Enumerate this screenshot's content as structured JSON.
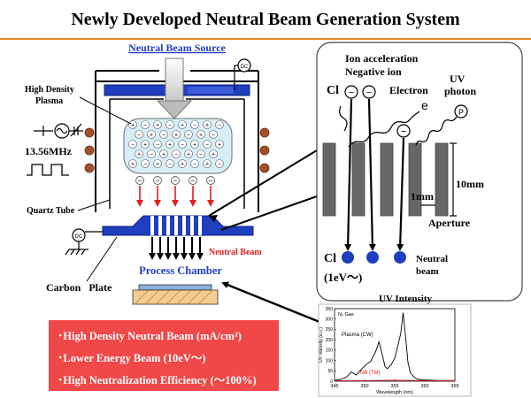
{
  "title": "Newly   Developed   Neutral Beam Generation System",
  "labels": {
    "neutral_beam_source": "Neutral Beam Source",
    "dc": "DC",
    "high_density_plasma_1": "High Density",
    "high_density_plasma_2": "Plasma",
    "frequency": "13.56MHz",
    "quartz_tube": "Quartz Tube",
    "neutral_beam": "Neutral Beam",
    "process_chamber": "Process Chamber",
    "carbon_plate": "Carbon   Plate",
    "ion_acceleration": "Ion acceleration",
    "negative_ion": "Negative ion",
    "cl_ion": "Cl",
    "cl_ion_charge": "−",
    "electron": "Electron",
    "electron_symbol": "e",
    "uv_photon_1": "UV",
    "uv_photon_2": "photon",
    "photon_symbol": "P",
    "dim_10mm": "10mm",
    "dim_1mm": "1mm",
    "aperture": "Aperture",
    "cl_neutral": "Cl",
    "energy": "(1eV～)",
    "neutral_beam_right_1": "Neutral",
    "neutral_beam_right_2": "beam"
  },
  "features": [
    "･High Density Neutral Beam (mA/cm²)",
    "･Lower Energy Beam (10eV～)",
    "･High Neutralization Efficiency (～100%)"
  ],
  "colors": {
    "accent_line": "#e8842a",
    "blue": "#1f3fbf",
    "feature_bg": "#f04848",
    "red_arrow": "#e02020",
    "plasma_fill": "#d7eef8"
  },
  "chart_data": {
    "type": "line",
    "title": "UV Intensity",
    "xlabel": "Wavelength (nm)",
    "ylabel": "UV intensity (a.u.)",
    "xlim": [
      345,
      365
    ],
    "ylim": [
      0,
      350
    ],
    "xticks": [
      "345",
      "350",
      "355",
      "360",
      "365"
    ],
    "yticks": [
      "0",
      "50",
      "100",
      "150",
      "200",
      "250",
      "300",
      "350"
    ],
    "annotations": [
      "N₂ Gas",
      "Plasma (CW)",
      "NB (TM)"
    ],
    "series": [
      {
        "name": "Plasma (CW)",
        "x": [
          345,
          346,
          347,
          347.8,
          348.6,
          349.4,
          350.2,
          351,
          351.8,
          352.4,
          353,
          353.4,
          353.8,
          354.4,
          355,
          355.6,
          356,
          356.4,
          356.8,
          357.2,
          357.6,
          358.2,
          358.8,
          360,
          362,
          365
        ],
        "y": [
          4,
          8,
          20,
          45,
          30,
          55,
          80,
          95,
          140,
          190,
          120,
          70,
          60,
          80,
          110,
          180,
          230,
          330,
          220,
          90,
          40,
          20,
          10,
          6,
          4,
          3
        ]
      },
      {
        "name": "NB (TM)",
        "x": [
          345,
          350,
          353,
          355,
          357,
          360,
          365
        ],
        "y": [
          2,
          3,
          4,
          5,
          4,
          3,
          2
        ]
      }
    ]
  }
}
